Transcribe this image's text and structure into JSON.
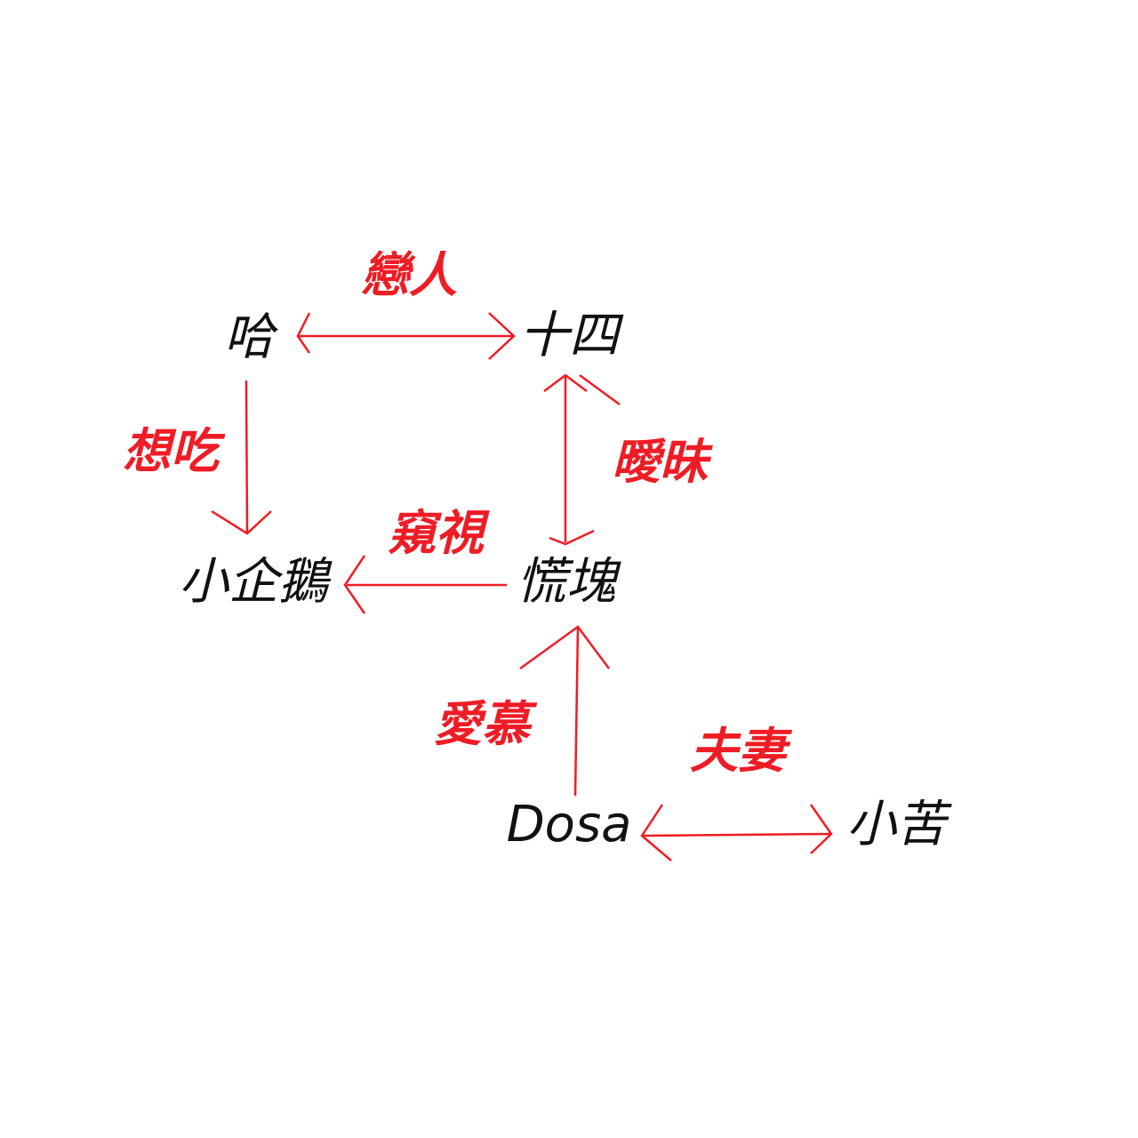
{
  "nodes": {
    "ha": "哈",
    "shisi": "十四",
    "penguin": "小企鵝",
    "huangkuai": "慌塊",
    "dosa": "Dosa",
    "xiaoku": "小苦"
  },
  "edges": {
    "lovers": "戀人",
    "want_to_eat": "想吃",
    "peeping": "窺視",
    "ambiguous": "曖昧",
    "admire": "愛慕",
    "spouses": "夫妻"
  },
  "colors": {
    "edge": "#ee1c25",
    "node": "#111111"
  }
}
